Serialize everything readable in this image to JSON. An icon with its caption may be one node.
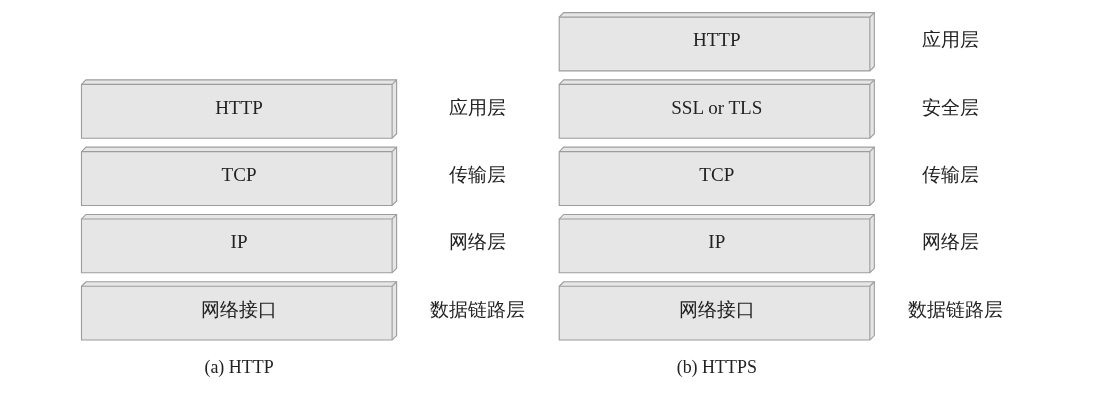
{
  "diagram": {
    "nodes": [
      {
        "text": [
          "HTTP"
        ],
        "beside": [
          "应用层"
        ]
      },
      {
        "text": [
          "TCP"
        ],
        "beside": [
          "传输层"
        ]
      },
      {
        "text": [
          "IP"
        ],
        "beside": [
          "网络层"
        ]
      },
      {
        "text": [
          "网络接口"
        ],
        "beside": [
          "数据链路层"
        ]
      },
      {
        "text": [
          "HTTP"
        ],
        "beside": [
          "应用层"
        ]
      },
      {
        "text": [
          "SSL or TLS"
        ],
        "beside": [
          "安全层"
        ]
      },
      {
        "text": [
          "TCP"
        ],
        "beside": [
          "传输层"
        ]
      },
      {
        "text": [
          "IP"
        ],
        "beside": [
          "网络层"
        ]
      },
      {
        "text": [
          "网络接口"
        ],
        "beside": [
          "数据链路层"
        ]
      }
    ],
    "labels": [
      "(a) HTTP",
      "(b) HTTPS"
    ]
  }
}
